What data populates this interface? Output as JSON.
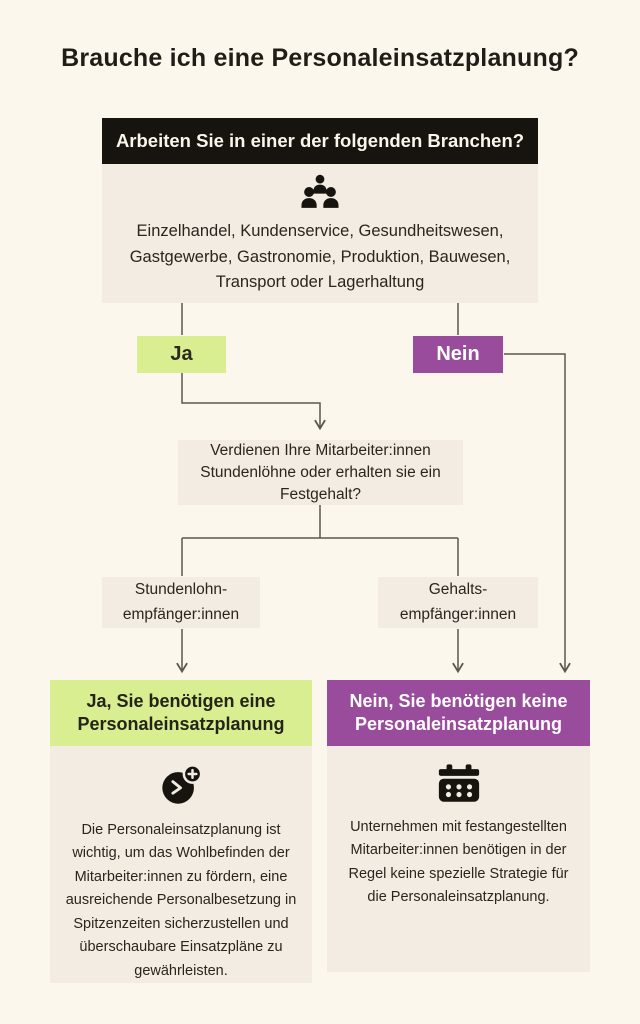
{
  "title": "Brauche ich eine Personaleinsatzplanung?",
  "question1": {
    "header": "Arbeiten Sie in einer der folgenden Branchen?",
    "industries": "Einzelhandel, Kundenservice, Gesundheitswesen, Gastgewerbe, Gastronomie, Produktion, Bauwesen, Transport oder Lagerhaltung",
    "icon": "people-group-icon"
  },
  "answers": {
    "yes": "Ja",
    "no": "Nein"
  },
  "question2": {
    "text": "Verdienen Ihre Mitarbeiter:innen Stundenlöhne oder erhalten sie ein Festgehalt?"
  },
  "branches": {
    "hourly": "Stundenlohn-empfänger:innen",
    "salary": "Gehalts-empfänger:innen"
  },
  "result_yes": {
    "title": "Ja, Sie benötigen eine Personaleinsatzplanung",
    "icon": "clock-plus-icon",
    "text": "Die Personaleinsatzplanung ist wichtig, um das Wohlbefinden der Mitarbeiter:innen zu fördern, eine ausreichende Personalbesetzung in Spitzenzeiten sicherzustellen und überschaubare Einsatzpläne zu gewährleisten."
  },
  "result_no": {
    "title": "Nein, Sie benötigen keine Personaleinsatzplanung",
    "icon": "calendar-icon",
    "text": "Unternehmen mit festangestellten Mitarbeiter:innen benötigen in der Regel keine spezielle Strategie für die Personaleinsatzplanung."
  },
  "colors": {
    "background": "#FCF7ED",
    "panel_beige": "#F2ECE3",
    "ink_black": "#17140F",
    "accent_green": "#D9EE90",
    "accent_purple": "#9A4C9C",
    "connector_line": "#5C574F"
  }
}
